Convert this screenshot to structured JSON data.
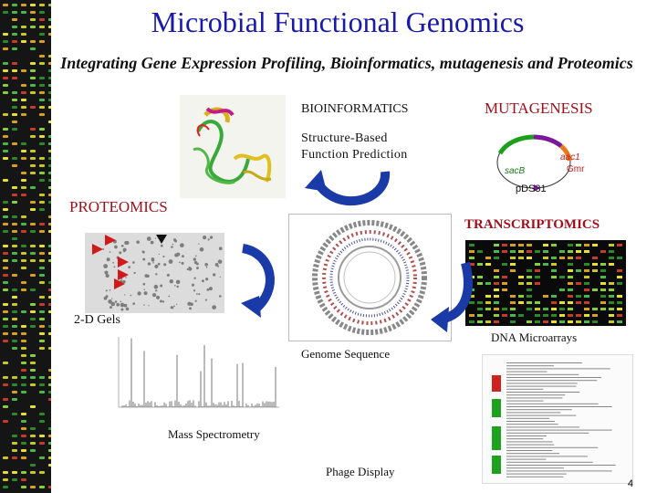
{
  "title": "Microbial Functional Genomics",
  "subtitle": "Integrating Gene Expression Profiling, Bioinformatics, mutagenesis and Proteomics",
  "sections": {
    "bioinformatics": "BIOINFORMATICS",
    "structure_prediction": "Structure-Based Function Prediction",
    "mutagenesis": "MUTAGENESIS",
    "proteomics": "PROTEOMICS",
    "transcriptomics": "TRANSCRIPTOMICS",
    "gels": "2-D Gels",
    "genome_sequence": "Genome Sequence",
    "dna_microarrays": "DNA Microarrays",
    "mass_spectrometry": "Mass Spectrometry",
    "phage_display": "Phage Display"
  },
  "plasmid": {
    "name": "pDS31",
    "gene_left": "sacB",
    "gene_right_1": "aac1",
    "gene_right_2": "Gmr"
  },
  "page_number": "4",
  "colors": {
    "title": "#1a1aa8",
    "section_red": "#a0101a",
    "arrow_blue": "#1a3aa8",
    "plasmid_green": "#1aa01a",
    "plasmid_purple": "#7a1a9a",
    "plasmid_orange": "#e8781a"
  }
}
